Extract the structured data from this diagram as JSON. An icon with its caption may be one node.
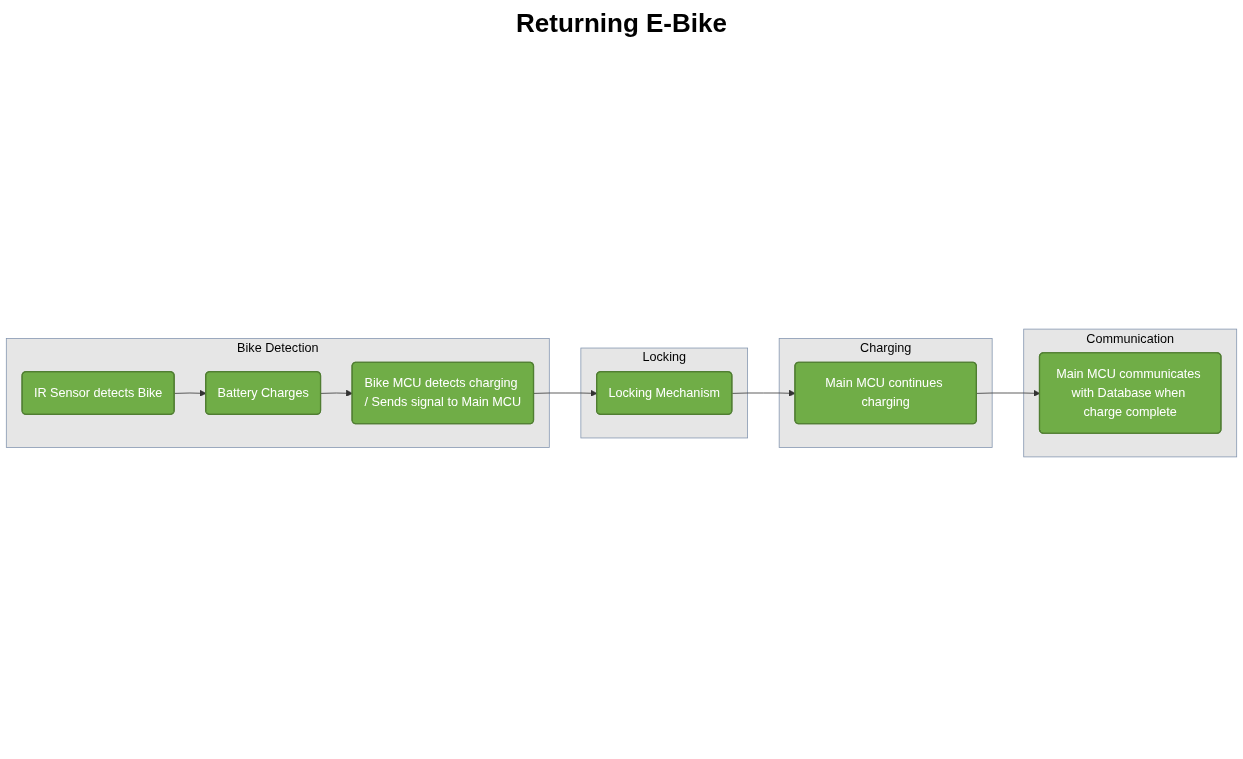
{
  "diagram": {
    "title": "Returning E-Bike",
    "nodes": [
      {
        "text": [
          "Bike Detection"
        ]
      },
      {
        "text": [
          "IR Sensor detects Bike"
        ],
        "in": 0
      },
      {
        "text": [
          "Battery Charges"
        ],
        "in": 0
      },
      {
        "text": [
          "Bike MCU detects charging / Sends signal to Main MCU"
        ],
        "in": 0
      },
      {
        "text": [
          "Locking"
        ]
      },
      {
        "text": [
          "Locking Mechanism"
        ],
        "in": 4
      },
      {
        "text": [
          "Charging"
        ]
      },
      {
        "text": [
          "Main MCU continues charging"
        ],
        "in": 6
      },
      {
        "text": [
          "Communication"
        ]
      },
      {
        "text": [
          "Main MCU communicates with Database when charge complete"
        ],
        "in": 8
      }
    ],
    "edges": [
      {
        "from": 1,
        "to": 2,
        "arrow": "to"
      },
      {
        "from": 2,
        "to": 3,
        "arrow": "to"
      },
      {
        "from": 3,
        "to": 5,
        "arrow": "to"
      },
      {
        "from": 5,
        "to": 7,
        "arrow": "to"
      },
      {
        "from": 7,
        "to": 9,
        "arrow": "to"
      }
    ]
  }
}
